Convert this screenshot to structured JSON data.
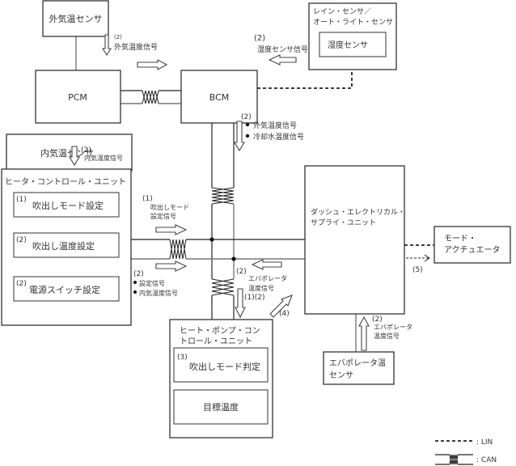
{
  "diagram": {
    "nodes": {
      "outside_temp_sensor": "外気温センサ",
      "pcm": "PCM",
      "bcm": "BCM",
      "rain_sensor": {
        "line1": "レイン・センサ／",
        "line2": "オート・ライト・センサ"
      },
      "humidity_sensor": "湿度センサ",
      "inside_temp_sensor": "内気温センサ",
      "heater_control_unit": {
        "title": "ヒータ・コントロール・ユニット",
        "items": [
          {
            "num": "(1)",
            "label": "吹出しモード設定"
          },
          {
            "num": "(2)",
            "label": "吹出し温度設定"
          },
          {
            "num": "(2)",
            "label": "電源スイッチ設定"
          }
        ]
      },
      "dash_electrical_supply_unit": {
        "line1": "ダッシュ・エレクトリカル・",
        "line2": "サプライ・ユニット"
      },
      "mode_actuator": {
        "line1": "モード・",
        "line2": "アクチュエータ"
      },
      "heat_pump_control_unit": {
        "line1": "ヒート・ポンプ・コン",
        "line2": "トロール・ユニット",
        "items": [
          {
            "num": "(3)",
            "label": "吹出しモード判定"
          },
          {
            "num": "",
            "label": "目標温度"
          }
        ]
      },
      "evaporator_temp_sensor": {
        "line1": "エバポレータ温",
        "line2": "センサ"
      }
    },
    "signals": {
      "outside_to_pcm": {
        "num": "(2)",
        "label": "外気温度信号"
      },
      "humidity_to_bcm": {
        "num": "(2)",
        "label": "湿度センサ信号"
      },
      "bcm_down": {
        "num": "(2)",
        "bullets": [
          "外気温度信号",
          "冷却水温度信号"
        ]
      },
      "inside_to_heater": {
        "num": "(2)",
        "label": "内気温度信号"
      },
      "mode_setting": {
        "num": "(1)",
        "line1": "吹出しモード",
        "line2": "設定信号"
      },
      "settings": {
        "num": "(2)",
        "bullets": [
          "設定信号",
          "内気温度信号"
        ]
      },
      "evap_to_bus": {
        "num": "(2)",
        "line1": "エバポレータ",
        "line2": "温度信号"
      },
      "to_heat_pump": {
        "num": "(1)(2)"
      },
      "from_heat_pump": {
        "num": "(4)"
      },
      "to_actuator": {
        "num": "(5)"
      },
      "evap_sensor_up": {
        "num": "(2)",
        "line1": "エバポレータ",
        "line2": "温度信号"
      }
    },
    "legend": [
      {
        "type": "LIN",
        "label": ": LIN"
      },
      {
        "type": "CAN",
        "label": ": CAN"
      }
    ]
  }
}
